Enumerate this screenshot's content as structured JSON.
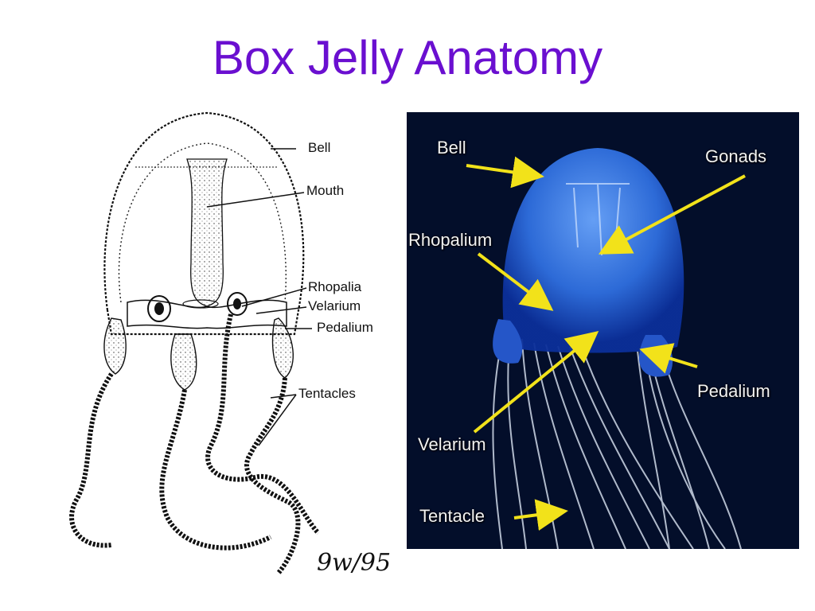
{
  "title": "Box Jelly Anatomy",
  "drawing": {
    "labels": {
      "bell": "Bell",
      "mouth": "Mouth",
      "rhopalia": "Rhopalia",
      "velarium": "Velarium",
      "pedalium": "Pedalium",
      "tentacles": "Tentacles"
    },
    "signature": "9w/95"
  },
  "photo": {
    "labels": {
      "bell": "Bell",
      "gonads": "Gonads",
      "rhopalium": "Rhopalium",
      "pedalium": "Pedalium",
      "velarium": "Velarium",
      "tentacle": "Tentacle"
    },
    "arrow_color": "#f2e21a",
    "background_color": "#030e2a",
    "body_color": "#2f6fe0"
  },
  "colors": {
    "title": "#6a0fd0"
  }
}
